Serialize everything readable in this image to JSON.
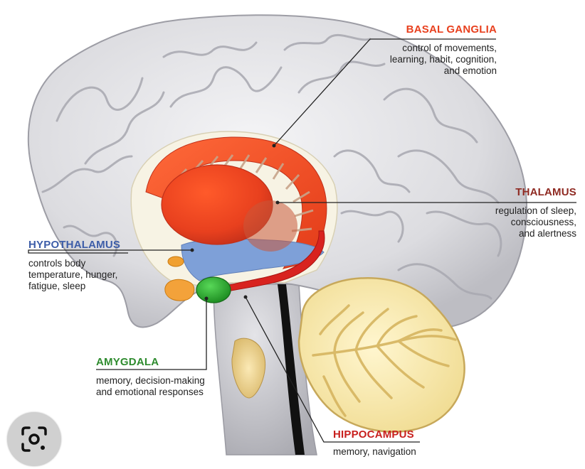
{
  "colors": {
    "basal_title": "#e8401e",
    "thalamus_title": "#8f2a22",
    "hypothalamus_title": "#3d5da8",
    "amygdala_title": "#2e8b2e",
    "hippocampus_title": "#c8201e",
    "leader_line": "#222222"
  },
  "labels": {
    "basal_ganglia": {
      "title": "BASAL GANGLIA",
      "desc": "control of movements,\nlearning, habit, cognition,\nand emotion"
    },
    "thalamus": {
      "title": "THALAMUS",
      "desc": "regulation of sleep,\nconsciousness,\nand alertness"
    },
    "hypothalamus": {
      "title": "HYPOTHALAMUS",
      "desc": "controls body\ntemperature, hunger,\nfatigue, sleep"
    },
    "amygdala": {
      "title": "AMYGDALA",
      "desc": "memory, decision-making\nand emotional responses"
    },
    "hippocampus": {
      "title": "HIPPOCAMPUS",
      "desc": "memory, navigation"
    }
  },
  "overlay": {
    "lens_icon": "lens-search-icon"
  }
}
